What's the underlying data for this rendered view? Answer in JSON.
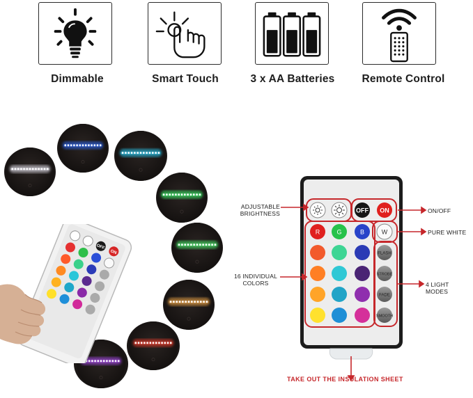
{
  "features": [
    {
      "label": "Dimmable",
      "icon": "bulb-icon"
    },
    {
      "label": "Smart Touch",
      "icon": "touch-hand-icon"
    },
    {
      "label": "3 x AA Batteries",
      "icon": "battery-icon"
    },
    {
      "label": "Remote Control",
      "icon": "remote-wifi-icon"
    }
  ],
  "base_colors": [
    "#f5f3ff",
    "#2c6bff",
    "#27d4ff",
    "#3dff6e",
    "#4dff72",
    "#ffb04a",
    "#ff3d2c",
    "#b34dff"
  ],
  "remote_buttons": {
    "off": "OFF",
    "on": "ON",
    "r": "R",
    "g": "G",
    "b": "B",
    "w": "W",
    "flash": "FLASH",
    "strobe": "STROBE",
    "fade": "FADE",
    "smooth": "SMOOTH"
  },
  "annotations": {
    "adjustable_1": "ADJUSTABLE",
    "adjustable_2": "BRIGHTNESS",
    "on_off": "ON/OFF",
    "pure_white": "PURE WHITE",
    "colors_1": "16 INDIVIDUAL",
    "colors_2": "COLORS",
    "light_modes": "4 LIGHT MODES",
    "insulation": "TAKE OUT THE INSULATION SHEET"
  },
  "colors": {
    "accent_red": "#c6272b",
    "border": "#2a2a2a"
  }
}
